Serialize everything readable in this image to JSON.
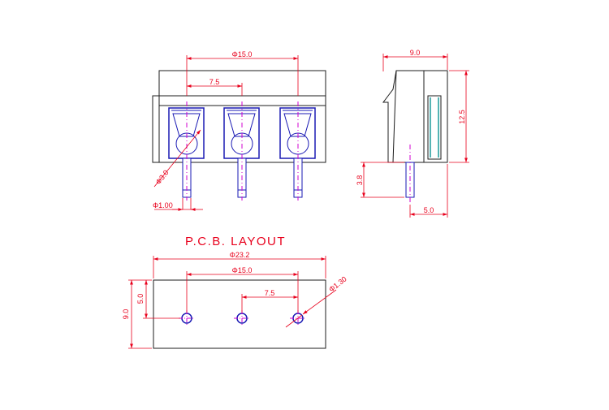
{
  "colors": {
    "outline": "#1c1c1c",
    "dimension": "#e8001c",
    "center_line": "#d000d0",
    "terminal": "#1a1ab4",
    "accent": "#1a9a9a"
  },
  "front_view": {
    "dim_pitch_total": "Φ15.0",
    "dim_pitch": "7.5",
    "dim_screw_dia": "Φ3.0",
    "dim_pin_dia": "Φ1.00"
  },
  "side_view": {
    "dim_width": "9.0",
    "dim_height": "12.5",
    "dim_pin_length": "3.8",
    "dim_pin_offset": "5.0"
  },
  "pcb_layout": {
    "title": "P.C.B. LAYOUT",
    "dim_length": "Φ23.2",
    "dim_pitch_total": "Φ15.0",
    "dim_pitch": "7.5",
    "dim_hole_dia": "Φ1.30",
    "dim_width": "9.0",
    "dim_hole_offset": "5.0"
  }
}
